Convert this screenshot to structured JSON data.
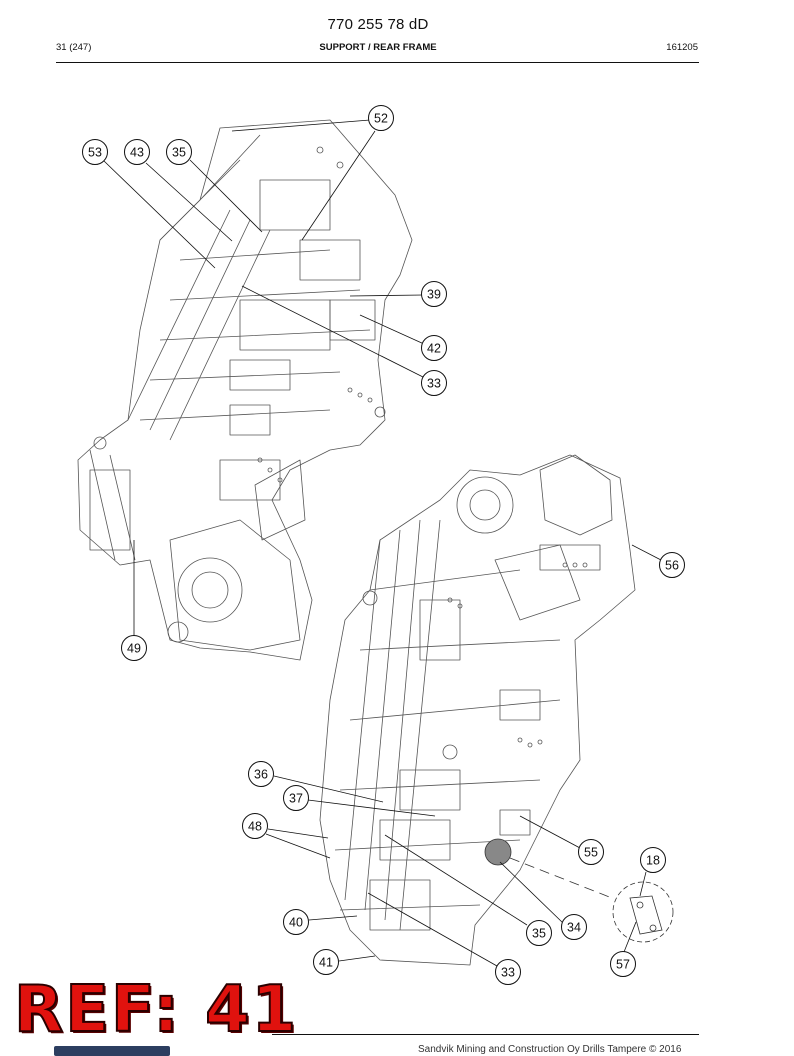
{
  "header": {
    "document_number": "770 255 78 dD",
    "page": "31 (247)",
    "title": "SUPPORT / REAR FRAME",
    "date_code": "161205"
  },
  "callouts": [
    "52",
    "53",
    "43",
    "35",
    "39",
    "42",
    "33",
    "49",
    "56",
    "36",
    "37",
    "48",
    "55",
    "18",
    "40",
    "35",
    "34",
    "41",
    "33",
    "57"
  ],
  "footer": {
    "copyright": "Sandvik Mining and Construction Oy Drills Tampere © 2016",
    "ref_label": "REF: 41"
  }
}
